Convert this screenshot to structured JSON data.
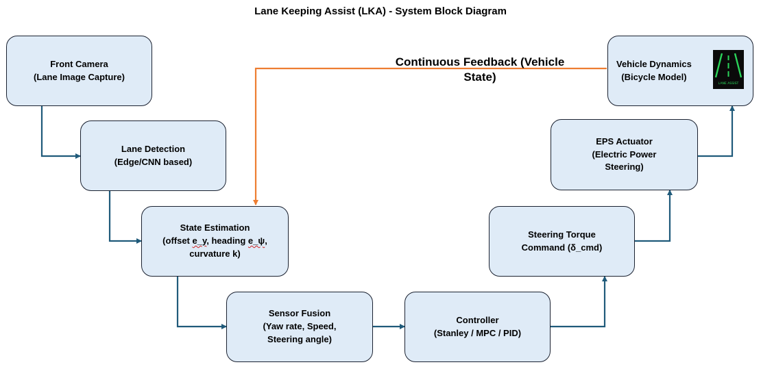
{
  "title": "Lane Keeping Assist (LKA) -  System Block Diagram",
  "feedback": {
    "line1": "Continuous Feedback",
    "line2": "(Vehicle State)"
  },
  "blocks": {
    "front_camera": {
      "line1": "Front Camera",
      "line2": "(Lane Image Capture)"
    },
    "lane_detection": {
      "line1": "Lane Detection",
      "line2": "(Edge/CNN based)"
    },
    "state_estimation": {
      "line1": "State Estimation",
      "line2a": "(offset ",
      "line2b": "e_y",
      "line2c": ", heading ",
      "line2d": "e_ψ",
      "line2e": ",",
      "line3": "curvature k)"
    },
    "sensor_fusion": {
      "line1": "Sensor Fusion",
      "line2": "(Yaw rate, Speed,",
      "line3": "Steering angle)"
    },
    "controller": {
      "line1": "Controller",
      "line2": "(Stanley / MPC / PID)"
    },
    "steering_torque": {
      "line1": "Steering Torque",
      "line2": "Command (δ_cmd)"
    },
    "eps_actuator": {
      "line1": "EPS Actuator",
      "line2": "(Electric Power",
      "line3": "Steering)"
    },
    "vehicle_dynamics": {
      "line1": "Vehicle Dynamics",
      "line2": "(Bicycle Model)"
    }
  },
  "icon": {
    "name": "lane-assist-icon",
    "label": "LANE ASSIST",
    "color": "#2bd45a"
  },
  "colors": {
    "box_fill": "#dfebf7",
    "connector": "#1f5a7a",
    "feedback": "#ed7d31"
  }
}
